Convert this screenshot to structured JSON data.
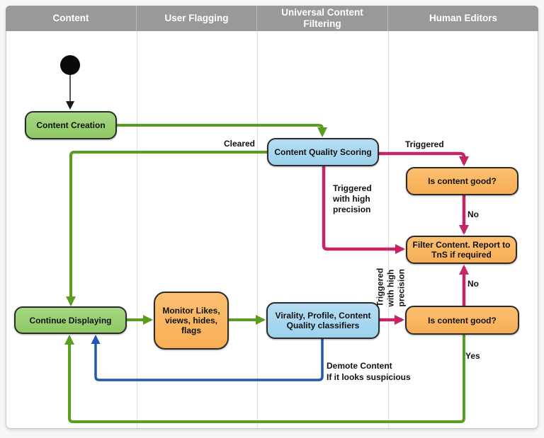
{
  "header": {
    "lanes": [
      {
        "label": "Content"
      },
      {
        "label": "User Flagging"
      },
      {
        "label": "Universal Content\nFiltering"
      },
      {
        "label": "Human Editors"
      }
    ]
  },
  "nodes": {
    "content_creation": "Content Creation",
    "content_quality_scoring": "Content Quality Scoring",
    "monitor_flags": "Monitor Likes, views, hides, flags",
    "virality_classifiers": "Virality, Profile, Content Quality classifiers",
    "continue_displaying": "Continue Displaying",
    "is_content_good_upper": "Is content good?",
    "filter_content": "Filter Content. Report to TnS if required",
    "is_content_good_lower": "Is content good?"
  },
  "edge_labels": {
    "cleared": "Cleared",
    "triggered": "Triggered",
    "triggered_high_precision": "Triggered\nwith high\nprecision",
    "triggered_high_precision_vertical": "Triggered\nwith high\nprecision",
    "no_upper": "No",
    "no_lower": "No",
    "yes": "Yes",
    "demote_content": "Demote Content\nIf it looks suspicious"
  },
  "colors": {
    "header_bg": "#999999",
    "header_text": "#ffffff",
    "node_green": "#97CE70",
    "node_blue": "#A8D8F0",
    "node_orange": "#F9B763",
    "node_border": "#2b2b2b",
    "arrow_green": "#5A9E1F",
    "arrow_pink": "#C42566",
    "arrow_blue": "#2058B0",
    "start_node": "#0a0a0a"
  }
}
